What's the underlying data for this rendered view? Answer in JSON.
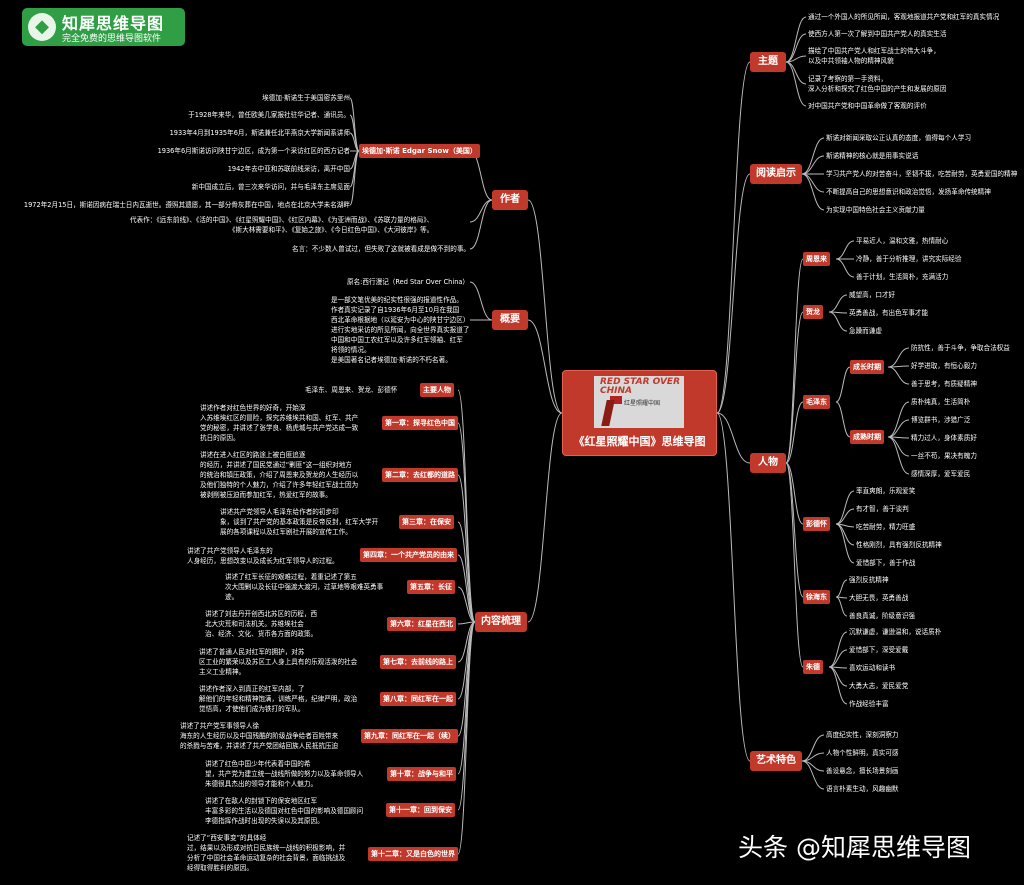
{
  "brand": {
    "name": "知犀思维导图",
    "slogan": "完全免费的思维导图软件",
    "watermark": "头条 @知犀思维导图"
  },
  "center": {
    "title": "《红星照耀中国》思维导图",
    "cover_title": "RED STAR OVER CHINA",
    "cover_sub": "红星照耀中国"
  },
  "theme": {
    "label": "主题",
    "items": [
      "通过一个外国人的所见所闻，客观地报道共产党和红军的真实情况",
      "使西方人第一次了解到中国共产党人的真实生活",
      "描绘了中国共产党人和红军战士的伟大斗争，\n以及中共领袖人物的精神风貌",
      "记录了考察的第一手资料，\n深入分析和探究了红色中国的产生和发展的原因",
      "对中国共产党和中国革命做了客观的评价"
    ]
  },
  "insight": {
    "label": "阅读启示",
    "items": [
      "斯诺对新闻采取公正认真的态度，值得每个人学习",
      "斯诺精神的核心就是用事实说话",
      "学习共产党人的对苦奋斗，坚韧不拔，吃苦耐劳，英勇爱国的精神",
      "不断提高自己的思想意识和政治觉悟，发扬革命传统精神",
      "为实现中国特色社会主义贡献力量"
    ]
  },
  "people": {
    "label": "人物",
    "zhou": {
      "label": "周恩来",
      "items": [
        "平易近人，温和文雅，热情耐心",
        "冷静，善于分析推理，讲究实际经验",
        "善于计划，生活简朴，充满活力"
      ]
    },
    "he": {
      "label": "贺龙",
      "items": [
        "威望高，口才好",
        "英勇善战，有出色军事才能",
        "急躁而谦虚"
      ]
    },
    "mao": {
      "label": "毛泽东",
      "growth": {
        "label": "成长时期",
        "items": [
          "防抗性，善于斗争，争取合法权益",
          "好学进取，有恒心毅力",
          "善于思考，有质疑精神"
        ]
      },
      "mature": {
        "label": "成熟时期",
        "items": [
          "质朴纯真，生活简朴",
          "博览群书，涉猎广泛",
          "精力过人，身体素质好",
          "一丝不苟，果决有魄力",
          "感情深厚，爱军爱民"
        ]
      }
    },
    "peng": {
      "label": "彭德怀",
      "items": [
        "率直爽朗，乐观爱笑",
        "有才智，善于谈判",
        "吃苦耐劳，精力旺盛",
        "性格刚烈，具有强烈反抗精神",
        "爱惜部下，善于作战"
      ]
    },
    "xu": {
      "label": "徐海东",
      "items": [
        "强烈反抗精神",
        "大胆无畏，英勇善战",
        "善良真诚，阶级意识强"
      ]
    },
    "zhu": {
      "label": "朱德",
      "items": [
        "沉默谦虚，谦逊温和，说话质朴",
        "爱惜部下，深受爱戴",
        "喜欢运动和读书",
        "大勇大志，爱民爱党",
        "作战经验丰富"
      ]
    }
  },
  "art": {
    "label": "艺术特色",
    "items": [
      "高度纪实性，深刻洞察力",
      "人物个性鲜明，真实可感",
      "善设悬念，擅长场景刻画",
      "语言朴素生动，风趣幽默"
    ]
  },
  "author": {
    "label": "作者",
    "name": "埃德加·斯诺 Edgar Snow（美国）",
    "items": [
      "埃德加·斯诺生于美国密苏里州",
      "于1928年来华，曾任欧美几家报社驻华记者、通讯员。",
      "1933年4月到1935年6月，斯诺兼任北平燕京大学新闻系讲师",
      "1936年6月斯诺访问陕甘宁边区，成为第一个采访红区的西方记者",
      "1942年去中亚和苏联前线采访，离开中国",
      "新中国成立后，曾三次来华访问，并与毛泽东主席见面",
      "1972年2月15日，斯诺因病在瑞士日内瓦逝世。遵照其遗愿，其一部分骨灰葬在中国，地点在北京大学未名湖畔"
    ],
    "works": "代表作：《远东前线》、《活的中国》、《红星照耀中国》、《红区内幕》、《为亚洲而战》、《苏联力量的格局》、\n《斯大林需要和平》、《复始之旅》、《今日红色中国》、《大河彼岸》等。",
    "fame": "名言：不少数人曾试过，但失败了这就被看成是做不到的事。"
  },
  "overview": {
    "label": "概要",
    "original": "原名:西行漫记（Red Star Over China）",
    "desc": "是一部文笔优美的纪实性很强的报道性作品。\n作者真实记录了自1936年6月至10月在我国\n西北革命根据地（以延安为中心的陕甘宁边区）\n进行实地采访的所见所闻，向全世界真实报道了\n中国和中国工农红军以及许多红军领袖、红军\n将领的情况。\n是美国著名记者埃德加·斯诺的不朽名著。"
  },
  "content": {
    "label": "内容梳理",
    "mainchars": {
      "label": "主要人物",
      "text": "毛泽东、周恩来、贺龙、彭德怀"
    },
    "chapters": [
      {
        "label": "第一章：探寻红色中国",
        "text": "讲述作者对红色世界的好奇，开始深\n入苏维埃红区的冒险，探究苏维埃共和国、红军、共产\n党的秘密，并讲述了张学良、杨虎城与共产党达成一致\n抗日的原因。"
      },
      {
        "label": "第二章：去红都的道路",
        "text": "讲述在进入红区的路途上被白匪追逐\n的经历，并讲述了国民党通过“剿匪”这一组织对地方\n的统治和镇压政策，介绍了周恩来及贺龙的人生经历以\n及他们独特的个人魅力，介绍了许多年轻红军战士因为\n被剥削被压迫而参加红军，热爱红军的故事。"
      },
      {
        "label": "第三章：在保安",
        "text": "讲述共产党领导人毛泽东给作者的初步印\n象，谈到了共产党的基本政策是反帝反封，红军大学开\n展的各项课程以及红军剧社开展的宣传工作。"
      },
      {
        "label": "第四章：一个共产党员的由来",
        "text": "讲述了共产党领导人毛泽东的\n人身经历，思想改变以及成长为红军领导人的过程。"
      },
      {
        "label": "第五章：长征",
        "text": "讲述了红军长征的艰难过程，着重记述了第五\n次大围剿以及长征中强渡大渡河，过草地等艰难英勇事\n迹。"
      },
      {
        "label": "第六章：红星在西北",
        "text": "讲述了刘志丹开创西北苏区的历程，西\n北大灾荒和司法机关。苏维埃社会\n治、经济、文化、货币各方面的政策。"
      },
      {
        "label": "第七章：去前线的路上",
        "text": "讲述了普通人民对红军的拥护，对苏\n区工业的繁荣以及苏区工人身上具有的乐观活泼的社会\n主义工业精神。"
      },
      {
        "label": "第八章：同红军在一起",
        "text": "讲述作者深入到真正的红军内部，了\n解他们的年轻和精神饱满，训练严格，纪律严明，政治\n觉悟高，才使他们成为铁打的军队。"
      },
      {
        "label": "第九章：同红军在一起（续）",
        "text": "讲述了共产党军事领导人徐\n海东的人生经历以及中国残酷的阶级战争给者百姓带来\n的杀戮与苦难，并讲述了共产党团结回族人民抵抗压迫"
      },
      {
        "label": "第十章：战争与和平",
        "text": "讲述了红色中国少年代表着中国的希\n望，共产党为建立统一战线所做的努力以及革命领导人\n朱德很具杰出的领导才能和个人魅力。"
      },
      {
        "label": "第十一章：回到保安",
        "text": "讲述了在敌人的封锁下的保安地区红军\n丰富多彩的生活以及德国对红色中国的影响及德国顾问\n李德指挥作战时出现的失误以及其原因。"
      },
      {
        "label": "第十二章：又是白色的世界",
        "text": "记述了“西安事变”的具体经\n过，结果以及形成对抗日民族统一战线的积极影响，并\n分析了中国社会革命运动复杂的社会背景，面临挑战及\n经得取得胜利的原因。"
      }
    ]
  }
}
